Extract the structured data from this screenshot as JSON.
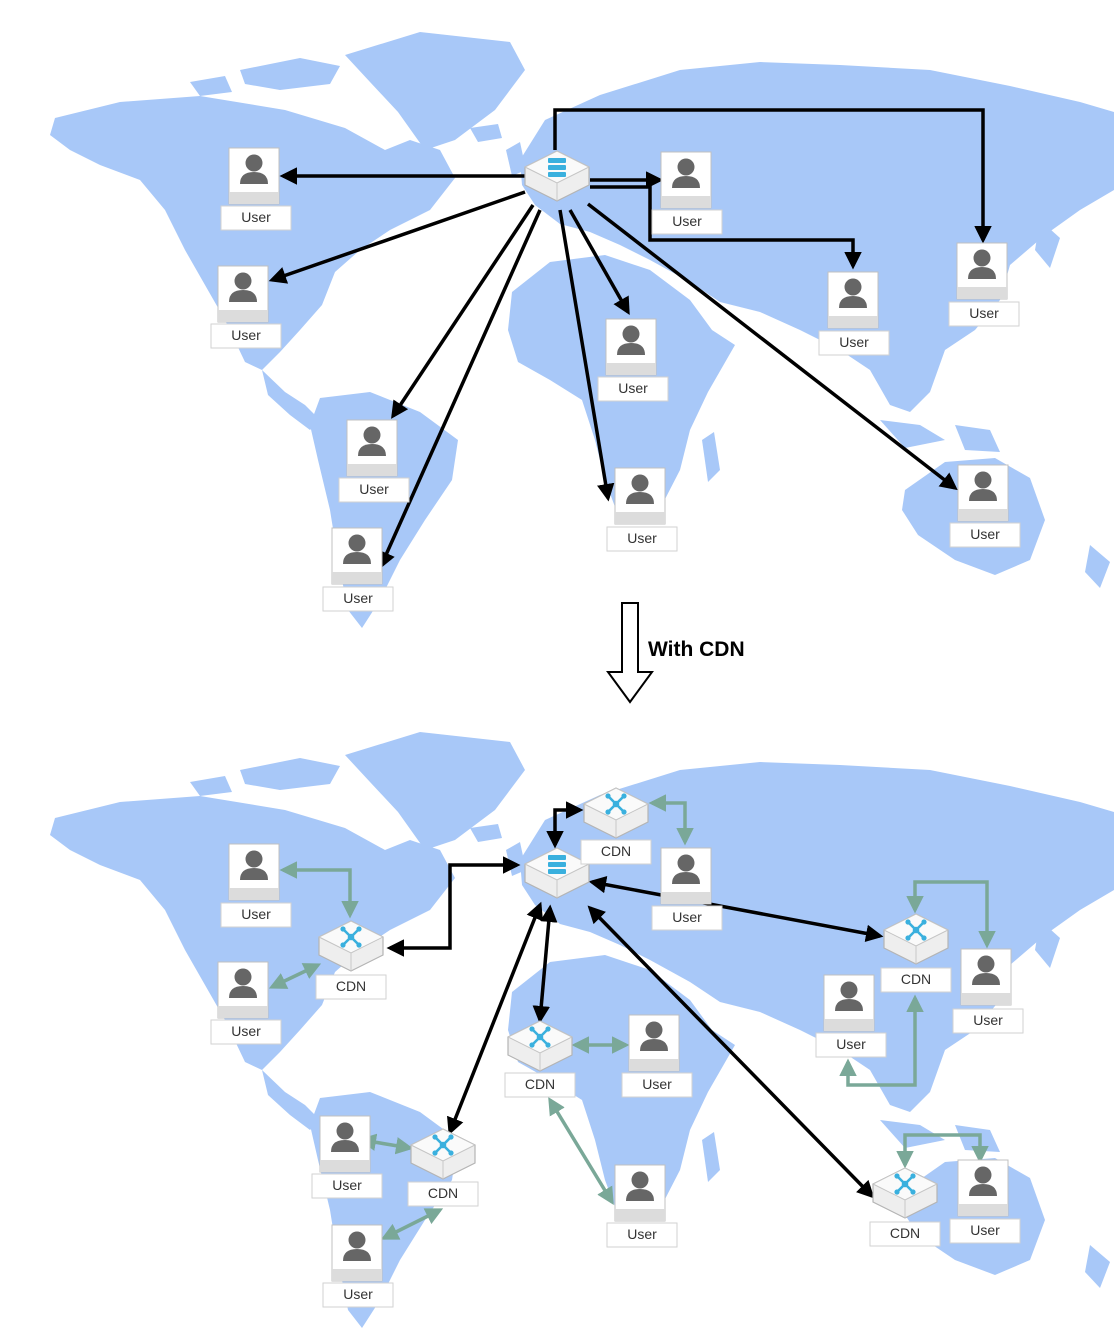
{
  "transition_label": "With CDN",
  "user_label": "User",
  "cdn_label": "CDN",
  "colors": {
    "land": "#a8c8f8",
    "arrow_primary": "#000000",
    "arrow_local": "#7aa898",
    "icon_accent": "#3ab0de",
    "user_icon": "#666666"
  },
  "icons": [
    "server-icon",
    "cdn-node-icon",
    "user-icon",
    "double-down-arrow-icon"
  ]
}
